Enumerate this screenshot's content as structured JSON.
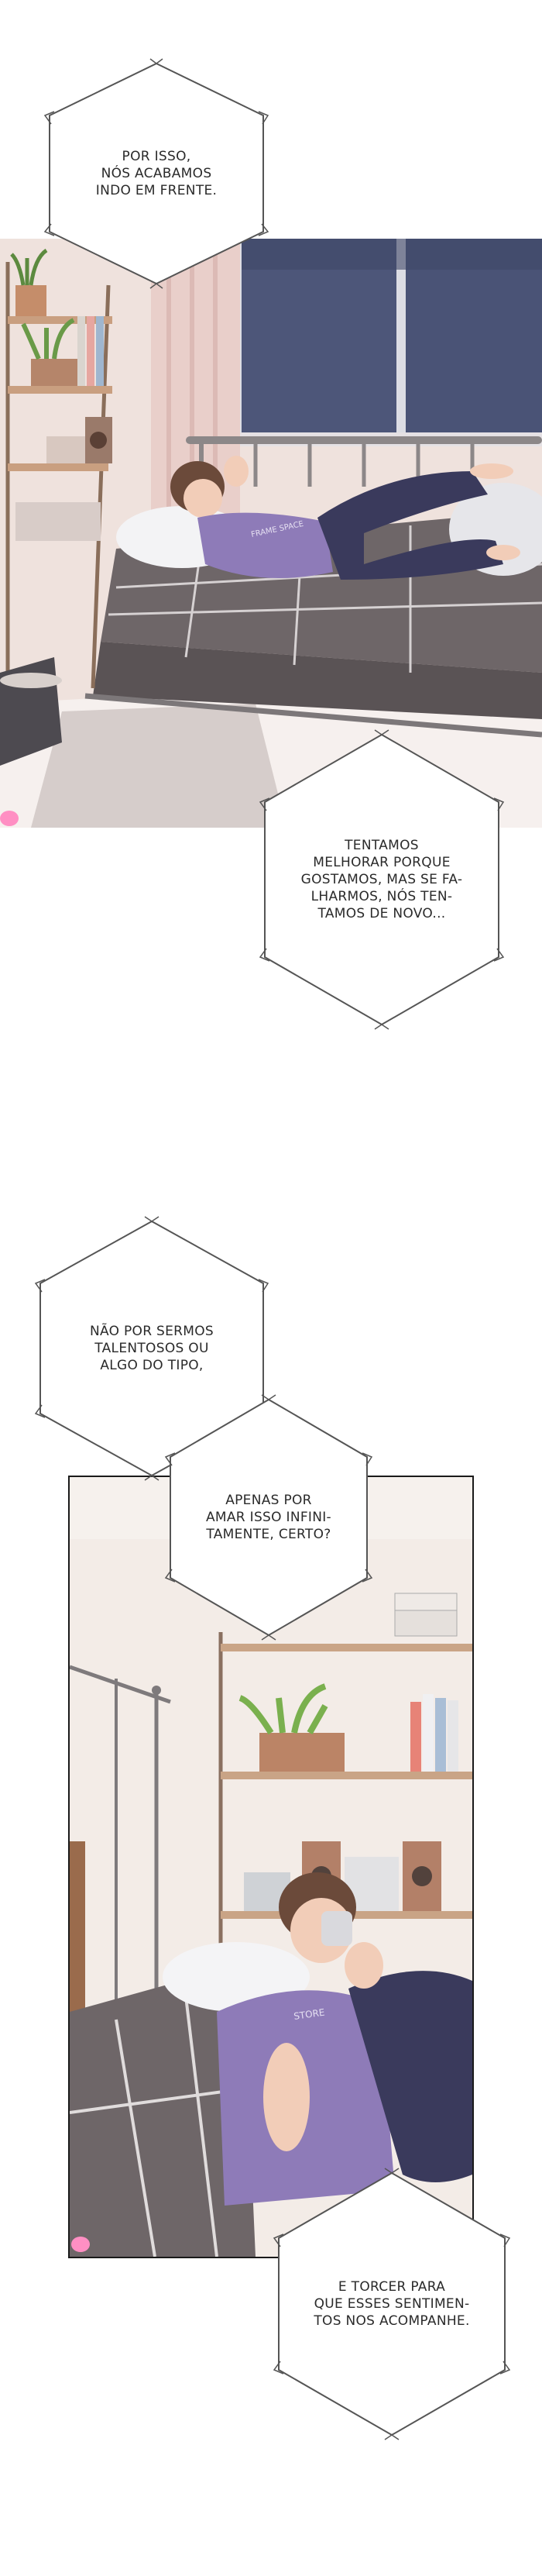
{
  "captions": [
    {
      "id": "c1",
      "text": "POR ISSO,\nNÓS ACABAMOS\nINDO EM FRENTE."
    },
    {
      "id": "c2",
      "text": "TENTAMOS\nMELHORAR PORQUE\nGOSTAMOS, MAS SE FA-\nLHARMOS, NÓS TEN-\nTAMOS DE NOVO..."
    },
    {
      "id": "c3",
      "text": "NÃO POR SERMOS\nTALENTOSOS OU\nALGO DO TIPO,"
    },
    {
      "id": "c4",
      "text": "APENAS POR\nAMAR ISSO INFINI-\nTAMENTE, CERTO?"
    },
    {
      "id": "c5",
      "text": "E TORCER PARA\nQUE ESSES SENTIMEN-\nTOS NOS ACOMPANHE."
    }
  ],
  "shirt_text": {
    "panel1": "FRAME SPACE",
    "panel2": "STORE"
  },
  "colors": {
    "blanket": "#6e6668",
    "wall": "#f1e6e0",
    "shirt": "#8e7bb8",
    "pants": "#3a3a5c",
    "window": "#4b5577"
  }
}
